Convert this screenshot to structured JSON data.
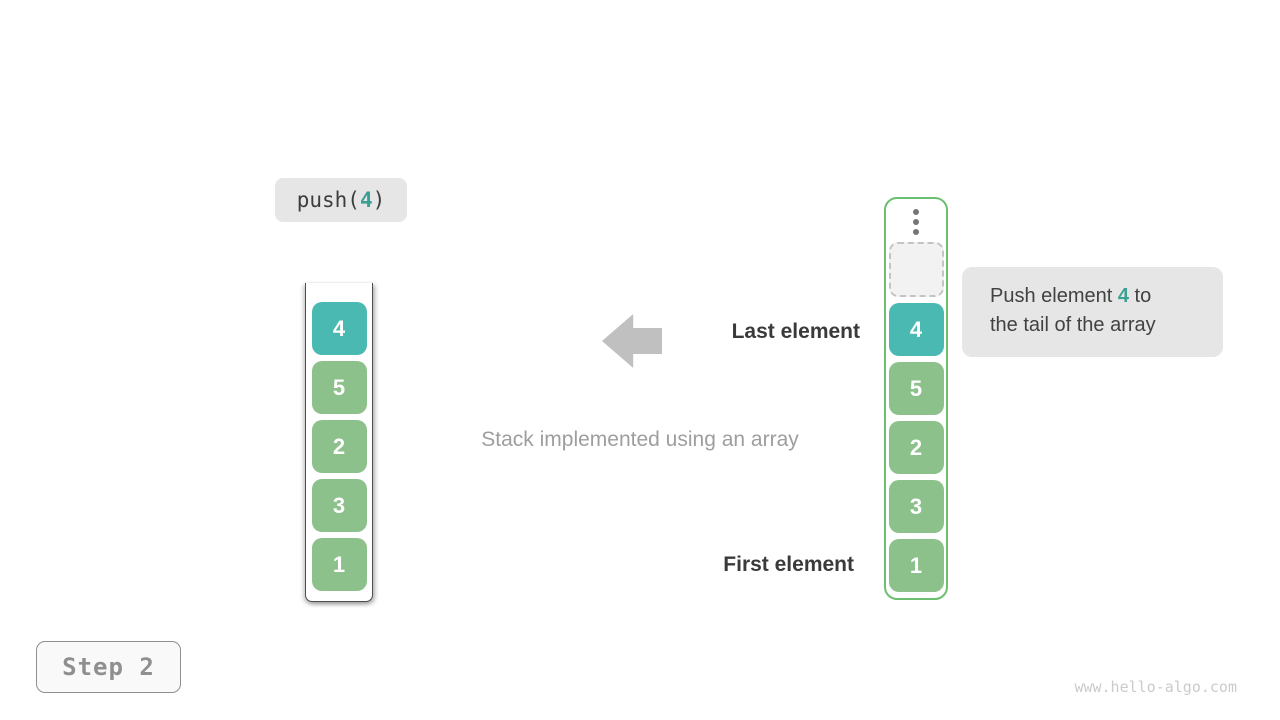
{
  "push_call": {
    "prefix": "push(",
    "arg": "4",
    "suffix": ")"
  },
  "left_stack": {
    "values": [
      "4",
      "5",
      "2",
      "3",
      "1"
    ]
  },
  "right_array": {
    "values": [
      "4",
      "5",
      "2",
      "3",
      "1"
    ],
    "has_empty_slot": true,
    "ellipsis_icon": "vertical-dots"
  },
  "labels": {
    "last_element": "Last element",
    "first_element": "First element",
    "caption": "Stack implemented using an array"
  },
  "tooltip": {
    "text_before": "Push element ",
    "highlight": "4",
    "text_after": " to the tail of the array"
  },
  "step_badge": {
    "label": "Step 2"
  },
  "watermark": {
    "text": "www.hello-algo.com"
  },
  "colors": {
    "teal": "#4ab9b1",
    "green": "#8dc18b",
    "array_border": "#6cbf70",
    "chip_bg": "#e6e6e6",
    "arrow_gray": "#c0c0c0",
    "highlight_text": "#3ba094"
  }
}
